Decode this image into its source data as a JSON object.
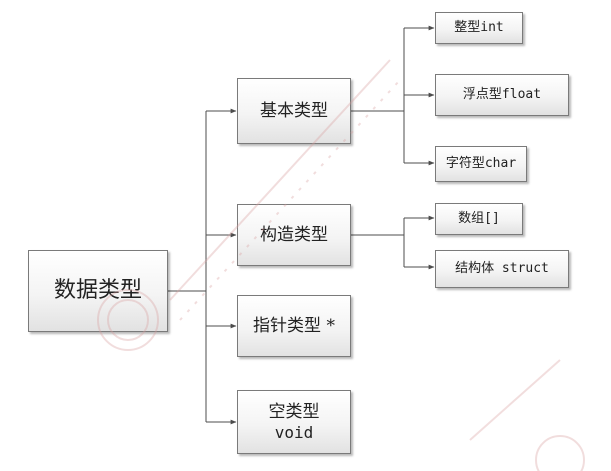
{
  "root": {
    "label": "数据类型"
  },
  "groups": [
    {
      "label": "基本类型",
      "children": [
        {
          "label": "整型int"
        },
        {
          "label": "浮点型float"
        },
        {
          "label": "字符型char"
        }
      ]
    },
    {
      "label": "构造类型",
      "children": [
        {
          "label": "数组[]"
        },
        {
          "label": "结构体 struct"
        }
      ]
    },
    {
      "label": "指针类型 *",
      "children": []
    },
    {
      "label_line1": "空类型",
      "label_line2": "void",
      "children": []
    }
  ],
  "colors": {
    "line": "#4d4d4d",
    "box_border": "#7a7a7a",
    "watermark": "#d9a0a0"
  }
}
